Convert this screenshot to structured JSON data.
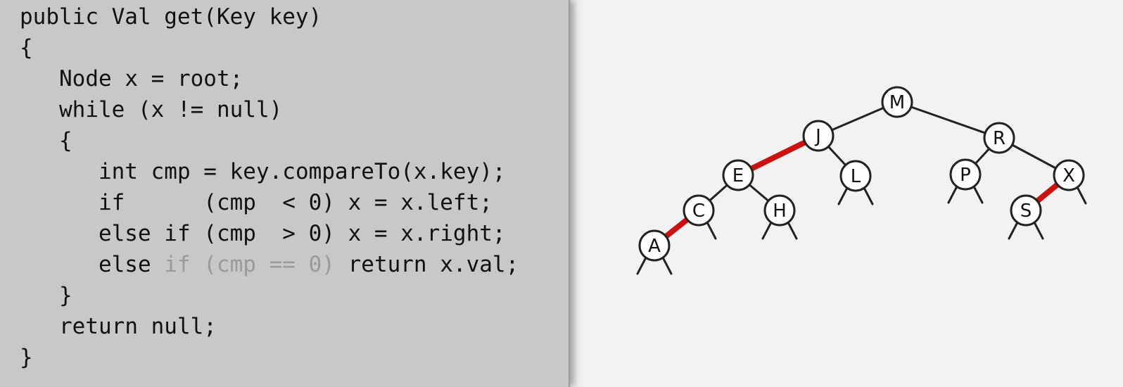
{
  "code": {
    "lines": [
      {
        "indent": 0,
        "segments": [
          {
            "text": "public Val get(Key key)"
          }
        ]
      },
      {
        "indent": 0,
        "segments": [
          {
            "text": "{"
          }
        ]
      },
      {
        "indent": 1,
        "segments": [
          {
            "text": "Node x = root;"
          }
        ]
      },
      {
        "indent": 1,
        "segments": [
          {
            "text": "while (x != null)"
          }
        ]
      },
      {
        "indent": 1,
        "segments": [
          {
            "text": "{"
          }
        ]
      },
      {
        "indent": 2,
        "segments": [
          {
            "text": "int cmp = key.compareTo(x.key);"
          }
        ]
      },
      {
        "indent": 2,
        "segments": [
          {
            "text": "if      (cmp  < 0) x = x.left;"
          }
        ]
      },
      {
        "indent": 2,
        "segments": [
          {
            "text": "else if (cmp  > 0) x = x.right;"
          }
        ]
      },
      {
        "indent": 2,
        "segments": [
          {
            "text": "else "
          },
          {
            "text": "if (cmp == 0)",
            "faded": true
          },
          {
            "text": " return x.val;"
          }
        ]
      },
      {
        "indent": 1,
        "segments": [
          {
            "text": "}"
          }
        ]
      },
      {
        "indent": 1,
        "segments": [
          {
            "text": "return null;"
          }
        ]
      },
      {
        "indent": 0,
        "segments": [
          {
            "text": "}"
          }
        ]
      }
    ]
  },
  "tree": {
    "nodes": [
      "M",
      "J",
      "R",
      "E",
      "L",
      "P",
      "X",
      "C",
      "H",
      "S",
      "A"
    ],
    "edges": [
      {
        "from": "M",
        "to": "J",
        "red": false
      },
      {
        "from": "M",
        "to": "R",
        "red": false
      },
      {
        "from": "J",
        "to": "E",
        "red": true
      },
      {
        "from": "J",
        "to": "L",
        "red": false
      },
      {
        "from": "E",
        "to": "C",
        "red": false
      },
      {
        "from": "E",
        "to": "H",
        "red": false
      },
      {
        "from": "C",
        "to": "A",
        "red": true
      },
      {
        "from": "R",
        "to": "P",
        "red": false
      },
      {
        "from": "R",
        "to": "X",
        "red": false
      },
      {
        "from": "X",
        "to": "S",
        "red": true
      }
    ],
    "colors": {
      "red_link": "#cc1111",
      "black_link": "#222222",
      "node_fill": "#ffffff",
      "node_stroke": "#222222"
    }
  }
}
